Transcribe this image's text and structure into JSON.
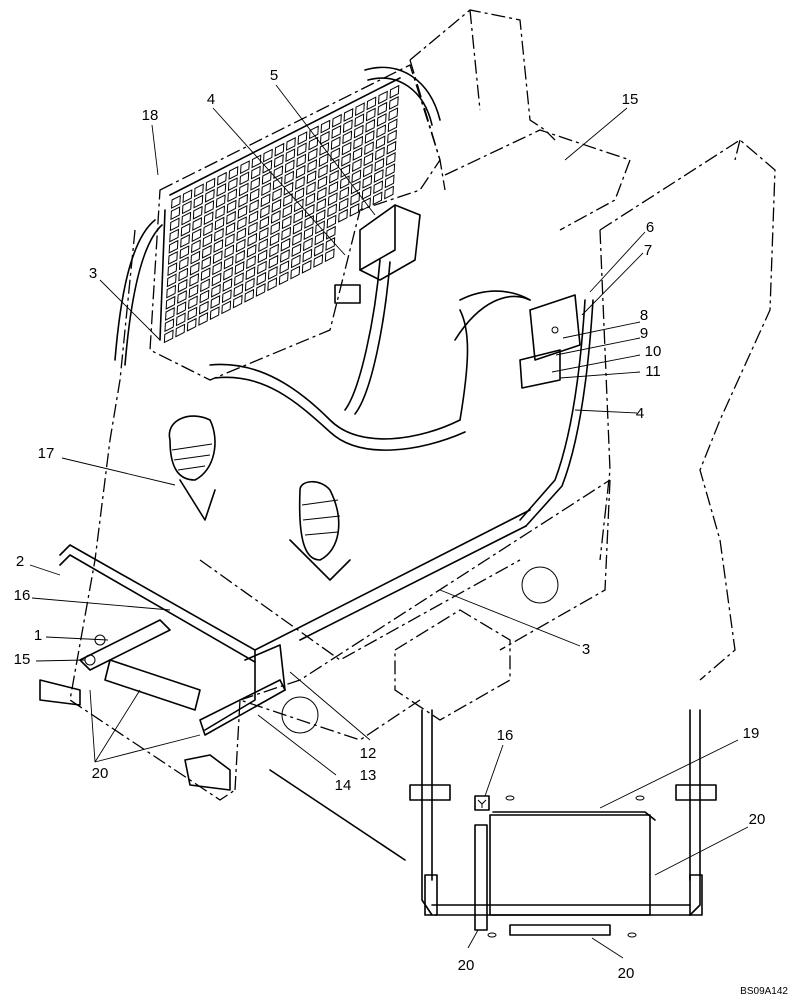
{
  "drawing_code": "BS09A142",
  "callouts": {
    "c1": "1",
    "c2": "2",
    "c3a": "3",
    "c3b": "3",
    "c4a": "4",
    "c4b": "4",
    "c5": "5",
    "c6": "6",
    "c7": "7",
    "c8": "8",
    "c9": "9",
    "c10": "10",
    "c11": "11",
    "c12": "12",
    "c13": "13",
    "c14": "14",
    "c15a": "15",
    "c15b": "15",
    "c16a": "16",
    "c16b": "16",
    "c17": "17",
    "c18": "18",
    "c19": "19",
    "c20a": "20",
    "c20b": "20",
    "c20c": "20",
    "c20d": "20"
  }
}
